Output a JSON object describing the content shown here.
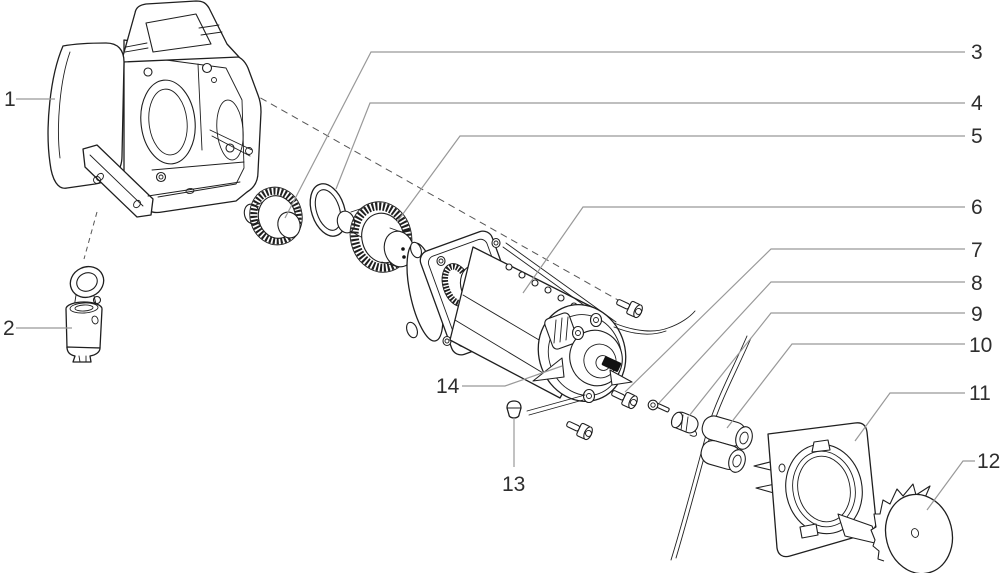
{
  "figure": {
    "type": "exploded-parts-diagram",
    "background": "#ffffff",
    "colors": {
      "line": "#1f1f1f",
      "leader": "#999999",
      "label": "#2e2e2e"
    },
    "callouts": [
      {
        "label": "1"
      },
      {
        "label": "2"
      },
      {
        "label": "3"
      },
      {
        "label": "4"
      },
      {
        "label": "5"
      },
      {
        "label": "6"
      },
      {
        "label": "7"
      },
      {
        "label": "8"
      },
      {
        "label": "9"
      },
      {
        "label": "10"
      },
      {
        "label": "11"
      },
      {
        "label": "12"
      },
      {
        "label": "13"
      },
      {
        "label": "14"
      }
    ]
  }
}
